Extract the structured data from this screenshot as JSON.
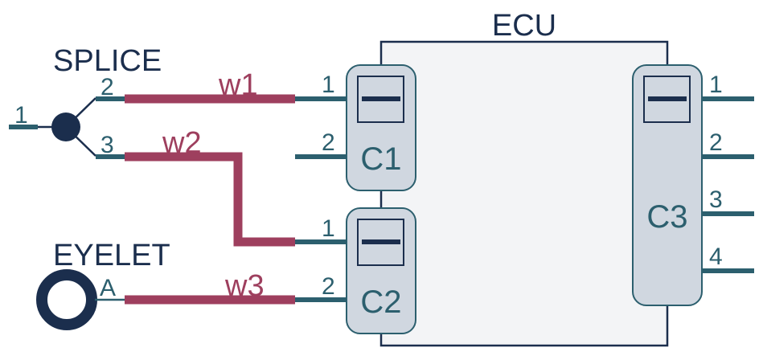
{
  "colors": {
    "wire": "#9e3f5e",
    "pin": "#2c5f6e",
    "dark": "#1b2e4d",
    "connector_fill": "#d0d7e0",
    "ecu_fill": "#f3f4f6"
  },
  "splice": {
    "title": "SPLICE",
    "pins": [
      "1",
      "2",
      "3"
    ]
  },
  "eyelet": {
    "title": "EYELET",
    "pin": "A"
  },
  "ecu": {
    "title": "ECU",
    "connectors": [
      {
        "name": "C1",
        "pins": [
          "1",
          "2"
        ]
      },
      {
        "name": "C2",
        "pins": [
          "1",
          "2"
        ]
      },
      {
        "name": "C3",
        "pins": [
          "1",
          "2",
          "3",
          "4"
        ]
      }
    ]
  },
  "wires": [
    {
      "label": "w1",
      "from": "SPLICE:2",
      "to": "C1:1"
    },
    {
      "label": "w2",
      "from": "SPLICE:3",
      "to": "C2:1"
    },
    {
      "label": "w3",
      "from": "EYELET:A",
      "to": "C2:2"
    }
  ]
}
